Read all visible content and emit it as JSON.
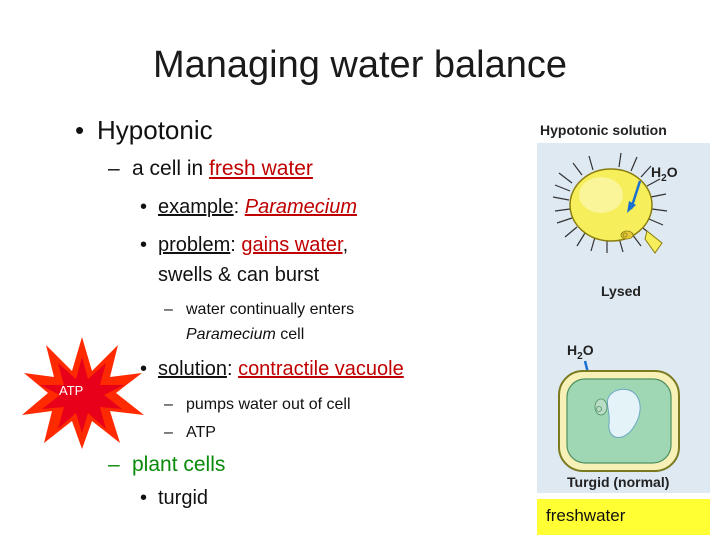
{
  "slide": {
    "title": "Managing water balance"
  },
  "bullets": {
    "hypotonic": "Hypotonic",
    "cell_prefix": "a cell in ",
    "fresh_water": "fresh water",
    "example_label": "example",
    "example_colon": ": ",
    "paramecium": "Paramecium",
    "problem_label": "problem",
    "problem_colon": ": ",
    "gains_water": "gains water",
    "problem_rest": ",",
    "swells": "swells & can burst",
    "water_enters": "water continually enters",
    "paramecium_cell_it": "Paramecium",
    "paramecium_cell_rest": " cell",
    "solution_label": "solution",
    "solution_colon": ": ",
    "contractile": "contractile vacuole",
    "pumps": "pumps water out of cell",
    "atp_sub": "ATP",
    "plant_cells": "plant cells",
    "turgid": "turgid"
  },
  "figure": {
    "title": "Hypotonic solution",
    "h2o_top_h": "H",
    "h2o_top_2": "2",
    "h2o_top_o": "O",
    "lysed": "Lysed",
    "h2o_mid_h": "H",
    "h2o_mid_2": "2",
    "h2o_mid_o": "O",
    "turgid_label": "Turgid (normal)",
    "caption": "freshwater"
  },
  "starburst": {
    "label": "ATP"
  },
  "colors": {
    "red_text": "#c00000",
    "green_text": "#0a8a0a",
    "caption_bg": "#ffff33",
    "starburst_outer": "#ff2a00",
    "starburst_inner": "#e8001a",
    "figure_bg": "#dfe9f2"
  }
}
